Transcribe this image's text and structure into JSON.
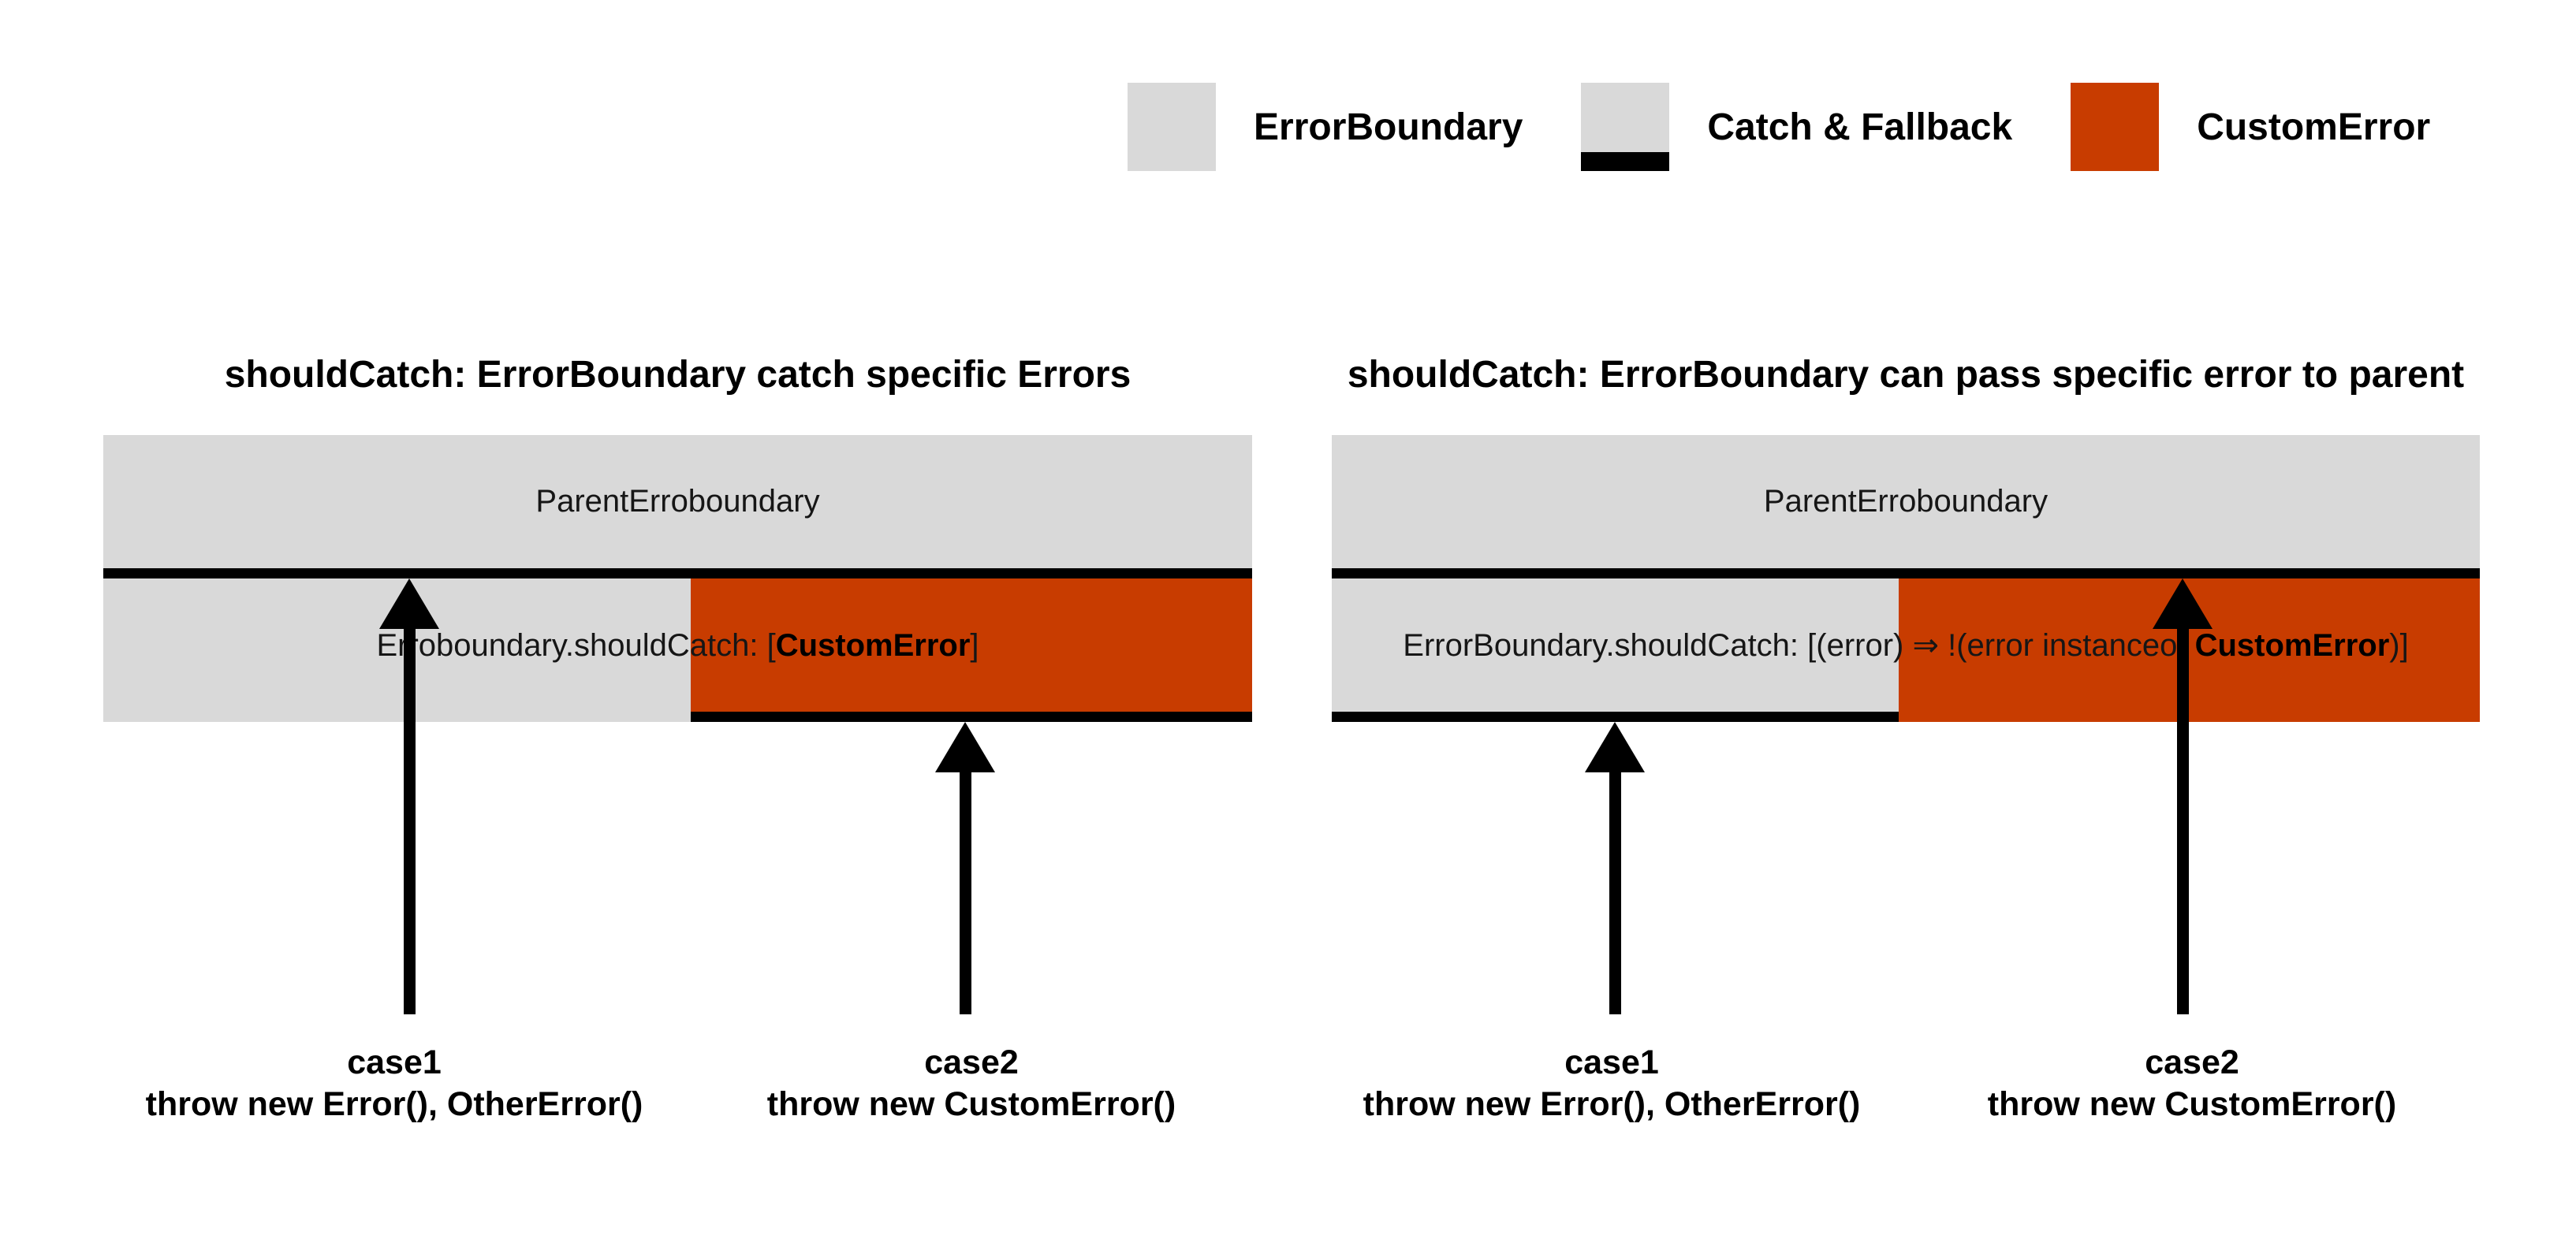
{
  "colors": {
    "boundary_gray": "#D9D9D9",
    "custom_error_orange": "#C83C00",
    "catch_black": "#000000"
  },
  "legend": {
    "items": [
      {
        "label": "ErrorBoundary",
        "swatch": "gray"
      },
      {
        "label": "Catch & Fallback",
        "swatch": "gray-with-black-bottom"
      },
      {
        "label": "CustomError",
        "swatch": "orange"
      }
    ]
  },
  "diagrams": [
    {
      "title": "shouldCatch: ErrorBoundary catch specific Errors",
      "parent_label": "ParentErroboundary",
      "child_label": {
        "prefix": "Erroboundary.shouldCatch: [",
        "bold": "CustomError",
        "suffix": "]"
      },
      "cases": [
        {
          "name": "case1",
          "code": "throw new Error(), OtherError()"
        },
        {
          "name": "case2",
          "code": "throw new CustomError()"
        }
      ]
    },
    {
      "title": "shouldCatch: ErrorBoundary can pass specific error to parent",
      "parent_label": "ParentErroboundary",
      "child_label": {
        "prefix": "ErrorBoundary.shouldCatch: [(error) ⇒ !(error instanceof ",
        "bold": "CustomError",
        "suffix": ")]"
      },
      "cases": [
        {
          "name": "case1",
          "code": "throw new Error(), OtherError()"
        },
        {
          "name": "case2",
          "code": "throw new CustomError()"
        }
      ]
    }
  ]
}
